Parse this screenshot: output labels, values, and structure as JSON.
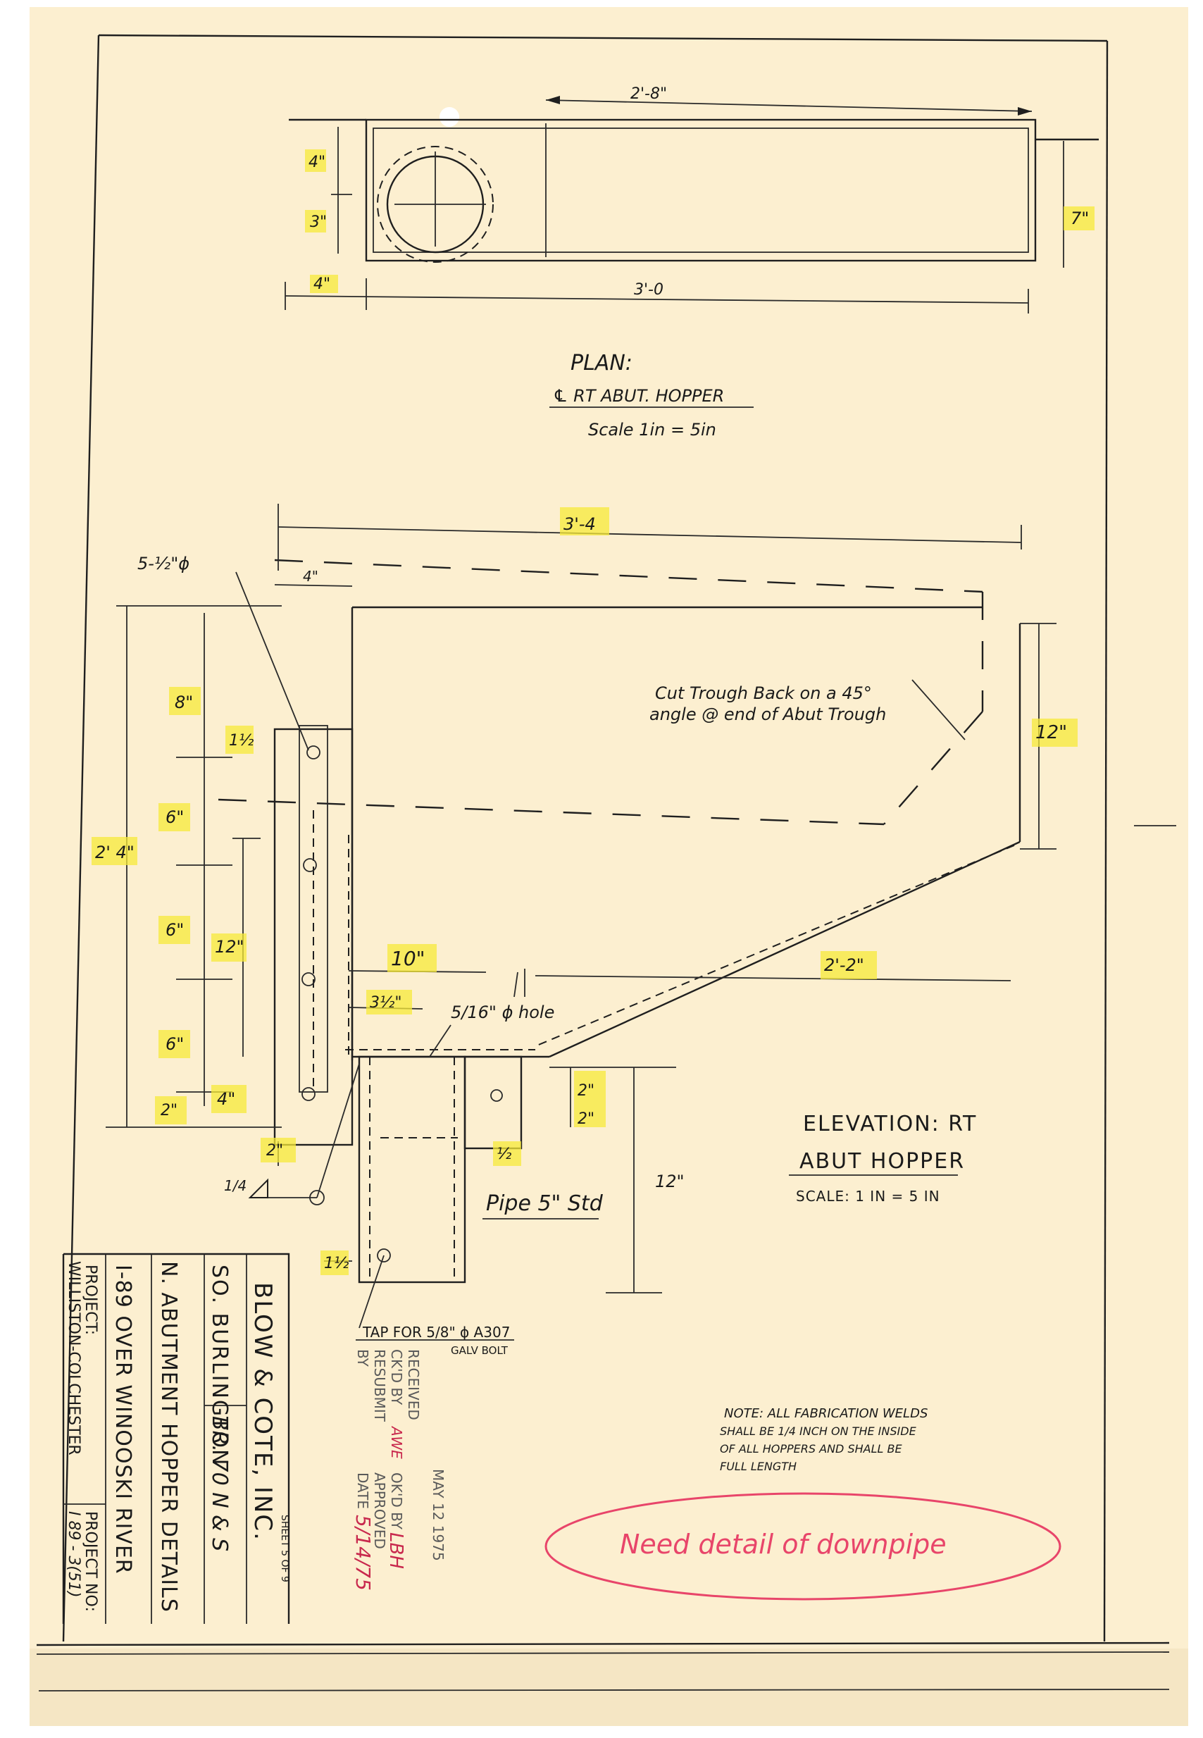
{
  "colors": {
    "paper": "#fcefd0",
    "ink": "#1f1f1f",
    "highlighter": "#f7ea3a",
    "red_pen": "#e8456a"
  },
  "plan": {
    "dim_top": "2'-8\"",
    "dim_left_upper": "4\"",
    "dim_left_lower": "3\"",
    "dim_right": "7\"",
    "dim_bottom_left": "4\"",
    "dim_bottom": "3'-0",
    "title": "PLAN:",
    "subtitle": "℄ RT ABUT. HOPPER",
    "scale": "Scale 1in = 5in"
  },
  "elevation": {
    "dim_top": "3'-4",
    "bolt_label": "5-½\"ϕ",
    "dim_4_top": "4\"",
    "dim_8": "8\"",
    "dim_1_5_top": "1½",
    "dim_6_a": "6\"",
    "dim_2_4": "2' 4\"",
    "dim_6_b": "6\"",
    "dim_12_left": "12\"",
    "dim_6_c": "6\"",
    "dim_4_low": "4\"",
    "dim_2_low": "2\"",
    "dim_2_bottom": "2\"",
    "weld": "1/4",
    "dim_10": "10\"",
    "dim_3_5": "3½\"",
    "hole": "5/16\" ϕ hole",
    "dim_2_2": "2'-2\"",
    "dim_12_right": "12\"",
    "cut_note_1": "Cut Trough Back on a 45°",
    "cut_note_2": "angle @ end of Abut Trough",
    "dim_2_a": "2\"",
    "dim_2_b": "2\"",
    "dim_half": "½",
    "dim_12_pipe": "12\"",
    "pipe": "Pipe 5\" Std",
    "dim_1_5_bottom": "1½",
    "tap_1": "TAP FOR 5/8\" ϕ A307",
    "tap_2": "GALV BOLT",
    "title_1": "ELEVATION: RT",
    "title_2": "ABUT HOPPER",
    "scale": "SCALE: 1 IN = 5 IN"
  },
  "note": {
    "line1": "NOTE: ALL FABRICATION WELDS",
    "line2": "SHALL BE 1/4 INCH ON THE INSIDE",
    "line3": "OF ALL HOPPERS AND SHALL BE",
    "line4": "FULL LENGTH"
  },
  "review_comment": "Need detail of downpipe",
  "stamp": {
    "received": "RECEIVED",
    "date_received": "MAY 12 1975",
    "ckd_by": "CK'D BY",
    "ckd_initials": "AWE",
    "okd_by": "OK'D BY",
    "okd_initials": "LBH",
    "resubmit": "RESUBMIT",
    "approved": "APPROVED",
    "by": "BY",
    "date": "DATE",
    "date_value": "5/14/75"
  },
  "title_block": {
    "company": "BLOW & COTE, INC.",
    "sheet": "SHEET 5 OF 9",
    "town": "SO. BURLINGTON",
    "bridge": "BR. 70 N & S",
    "description": "N. ABUTMENT HOPPER DETAILS",
    "route": "I-89 OVER WINOOSKI RIVER",
    "project_label": "PROJECT:",
    "project_name": "WILLISTON-COLCHESTER",
    "project_no_label": "PROJECT NO:",
    "project_no": "I 89 - 3(51)"
  }
}
